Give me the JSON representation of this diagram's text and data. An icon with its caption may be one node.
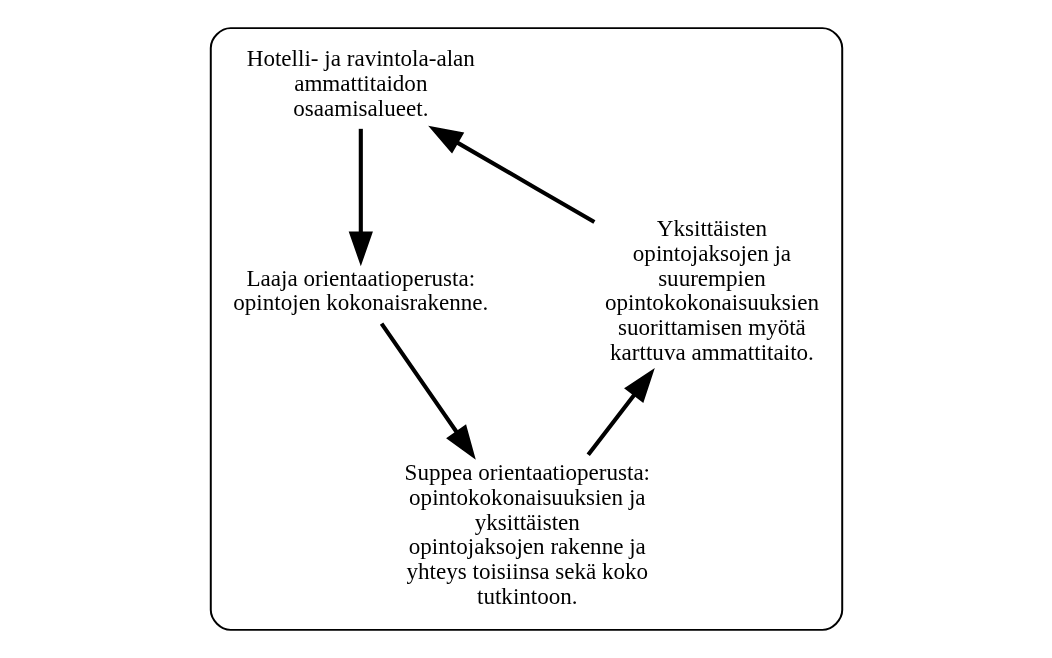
{
  "diagram": {
    "nodes": [
      {
        "text": [],
        "shape": "ellipse"
      },
      {
        "text": [
          "Hotelli- ja ravintola-alan ammattitaidon osaamisalueet."
        ],
        "in": 0
      },
      {
        "text": [
          "Laaja orientaatioperusta: opintojen kokonaisrakenne."
        ],
        "in": 0
      },
      {
        "text": [
          "Suppea orientaatioperusta: opintokokonaisuuksien ja yksittäisten opintojaksojen rakenne ja yhteys toisiinsa sekä koko tutkintoon."
        ],
        "in": 0
      },
      {
        "text": [
          "Yksittäisten opintojaksojen ja suurempien opintokokonaisuuksien suorittamisen myötä karttuva ammattitaito."
        ],
        "in": 0
      }
    ],
    "edges": [
      {
        "from": 1,
        "to": 2,
        "arrow": "to"
      },
      {
        "from": 2,
        "to": 3,
        "arrow": "to"
      },
      {
        "from": 3,
        "to": 4,
        "arrow": "to"
      },
      {
        "from": 4,
        "to": 1,
        "arrow": "to"
      }
    ]
  }
}
